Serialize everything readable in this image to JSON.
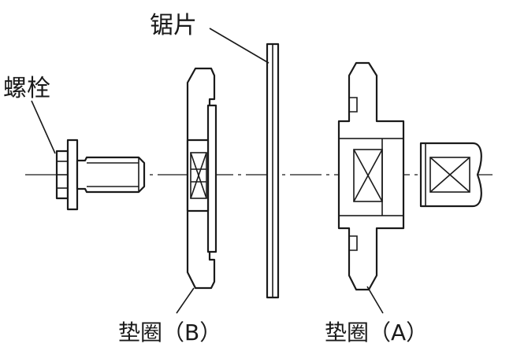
{
  "labels": {
    "bolt": "螺栓",
    "blade": "锯片",
    "washer_b": "垫圈（B）",
    "washer_a": "垫圈（A）"
  }
}
